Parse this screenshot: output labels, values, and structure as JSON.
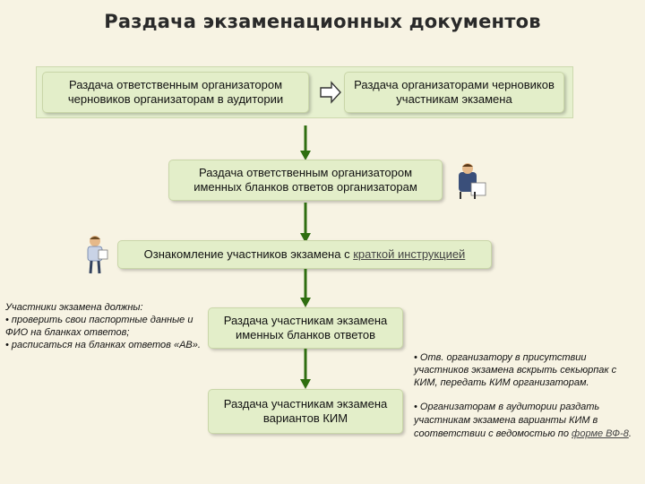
{
  "title": "Раздача экзаменационных документов",
  "boxes": {
    "top_left": "Раздача ответственным организатором черновиков организаторам в аудитории",
    "top_right": "Раздача организаторами черновиков участникам экзамена",
    "named_forms": "Раздача ответственным организатором именных бланков ответов организаторам",
    "intro_prefix": "Ознакомление участников экзамена с ",
    "intro_link": "краткой инструкцией",
    "forms_to_participants": "Раздача участникам экзамена именных бланков ответов",
    "variants": "Раздача участникам экзамена вариантов КИМ"
  },
  "notes": {
    "participants_heading": "Участники экзамена должны:",
    "participants_item1": "• проверить свои паспортные данные и ФИО на бланках ответов;",
    "participants_item2": "• расписаться на бланках ответов «АВ».",
    "kim_note": "• Отв. организатору в присутствии участников экзамена вскрыть секьюрпак с КИМ, передать КИМ организаторам.",
    "variants_prefix": "• Организаторам в аудитории раздать участникам экзамена варианты КИМ в соответствии с ведомостью по ",
    "variants_link": "форме ВФ-8",
    "variants_suffix": "."
  },
  "colors": {
    "box_fill": "#e3eec9",
    "arrow": "#2f6e10",
    "background": "#f7f3e3"
  }
}
